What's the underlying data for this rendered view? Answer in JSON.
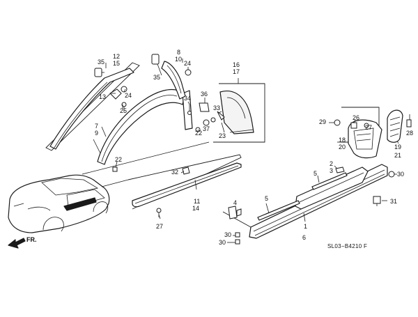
{
  "diagram": {
    "callouts": [
      {
        "id": "c-12",
        "text": "12"
      },
      {
        "id": "c-15",
        "text": "15"
      },
      {
        "id": "c-35a",
        "text": "35"
      },
      {
        "id": "c-13",
        "text": "13"
      },
      {
        "id": "c-24a",
        "text": "24"
      },
      {
        "id": "c-25",
        "text": "25"
      },
      {
        "id": "c-7",
        "text": "7"
      },
      {
        "id": "c-9",
        "text": "9"
      },
      {
        "id": "c-22a",
        "text": "22"
      },
      {
        "id": "c-8",
        "text": "8"
      },
      {
        "id": "c-10",
        "text": "10"
      },
      {
        "id": "c-35b",
        "text": "35"
      },
      {
        "id": "c-24b",
        "text": "24"
      },
      {
        "id": "c-36",
        "text": "36"
      },
      {
        "id": "c-34",
        "text": "34"
      },
      {
        "id": "c-22b",
        "text": "22"
      },
      {
        "id": "c-37",
        "text": "37"
      },
      {
        "id": "c-16",
        "text": "16"
      },
      {
        "id": "c-17",
        "text": "17"
      },
      {
        "id": "c-33",
        "text": "33"
      },
      {
        "id": "c-23",
        "text": "23"
      },
      {
        "id": "c-29",
        "text": "29"
      },
      {
        "id": "c-26",
        "text": "26"
      },
      {
        "id": "c-27a",
        "text": "27"
      },
      {
        "id": "c-28",
        "text": "28"
      },
      {
        "id": "c-18",
        "text": "18"
      },
      {
        "id": "c-20",
        "text": "20"
      },
      {
        "id": "c-19",
        "text": "19"
      },
      {
        "id": "c-21",
        "text": "21"
      },
      {
        "id": "c-32",
        "text": "32"
      },
      {
        "id": "c-11",
        "text": "11"
      },
      {
        "id": "c-14",
        "text": "14"
      },
      {
        "id": "c-27b",
        "text": "27"
      },
      {
        "id": "c-2",
        "text": "2"
      },
      {
        "id": "c-3",
        "text": "3"
      },
      {
        "id": "c-5a",
        "text": "5"
      },
      {
        "id": "c-30a",
        "text": "30"
      },
      {
        "id": "c-5b",
        "text": "5"
      },
      {
        "id": "c-4",
        "text": "4"
      },
      {
        "id": "c-31",
        "text": "31"
      },
      {
        "id": "c-1",
        "text": "1"
      },
      {
        "id": "c-6",
        "text": "6"
      },
      {
        "id": "c-30b",
        "text": "30"
      },
      {
        "id": "c-30c",
        "text": "30"
      }
    ],
    "direction_label": "FR.",
    "drawing_code": "SL03−B4210 F"
  }
}
